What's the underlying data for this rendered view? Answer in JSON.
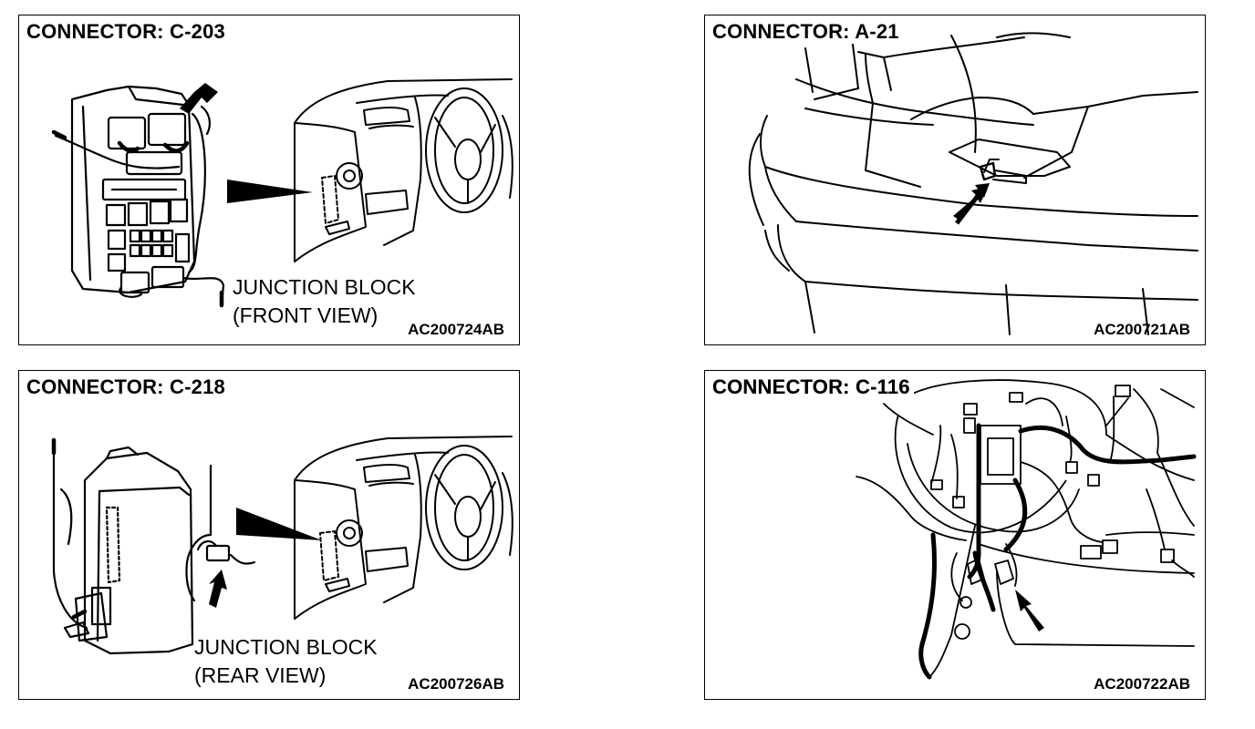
{
  "panels": [
    {
      "title": "CONNECTOR: C-203",
      "code": "AC200724AB",
      "caption": [
        "JUNCTION BLOCK",
        "(FRONT VIEW)"
      ]
    },
    {
      "title": "CONNECTOR: A-21",
      "code": "AC200721AB"
    },
    {
      "title": "CONNECTOR: C-218",
      "code": "AC200726AB",
      "caption": [
        "JUNCTION BLOCK",
        "(REAR VIEW)"
      ]
    },
    {
      "title": "CONNECTOR: C-116",
      "code": "AC200722AB"
    }
  ]
}
